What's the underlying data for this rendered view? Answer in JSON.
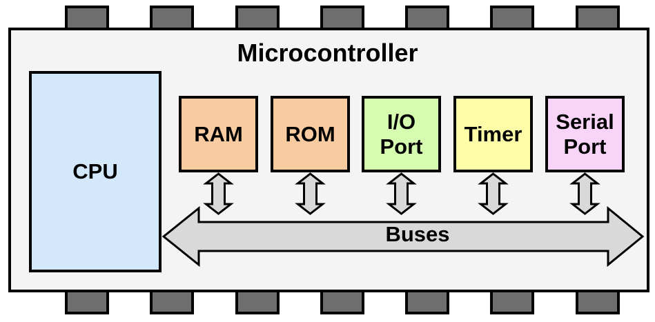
{
  "diagram": {
    "title": "Microcontroller",
    "cpu": {
      "label": "CPU",
      "color": "#d4e8fb"
    },
    "modules": [
      {
        "id": "ram",
        "label": "RAM",
        "color": "#f8cca0"
      },
      {
        "id": "rom",
        "label": "ROM",
        "color": "#f8cca0"
      },
      {
        "id": "io-port",
        "label": "I/O\nPort",
        "color": "#d6fcb0"
      },
      {
        "id": "timer",
        "label": "Timer",
        "color": "#fefea8"
      },
      {
        "id": "serial-port",
        "label": "Serial\nPort",
        "color": "#f8d4f8"
      }
    ],
    "bus": {
      "label": "Buses",
      "color": "#d9d9d9"
    },
    "chip_body_color": "#f4f4f4",
    "pin_color": "#6e6e6e"
  }
}
